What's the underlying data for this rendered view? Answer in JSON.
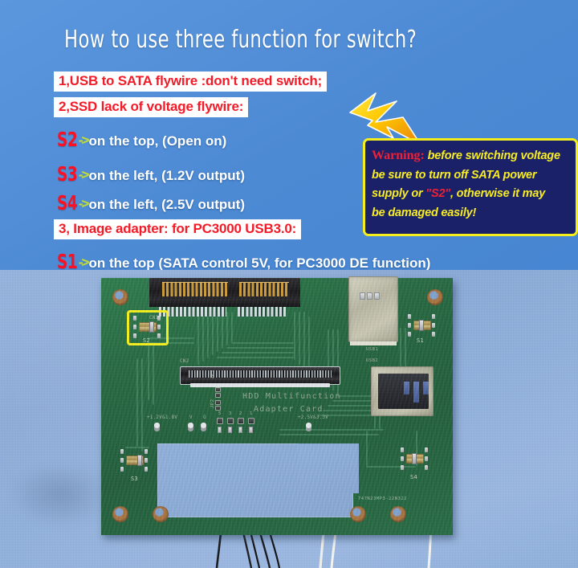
{
  "page": {
    "background_color": "#4d8ad4",
    "title": "How to use three function for switch?"
  },
  "instructions": {
    "line1": "1,USB to SATA flywire :don't need switch;",
    "line2": "2,SSD lack of voltage flywire:",
    "line3": "3, Image adapter: for PC3000 USB3.0:"
  },
  "switch_lines": [
    {
      "name": "S2",
      "arrow": "->",
      "text": "on the top, (Open on)"
    },
    {
      "name": "S3",
      "arrow": "->",
      "text": "on the left, (1.2V output)"
    },
    {
      "name": "S4",
      "arrow": "->",
      "text": "on the left, (2.5V output)"
    },
    {
      "name": "S1",
      "arrow": "->",
      "text": "on the top (SATA control 5V, for PC3000 DE function)"
    }
  ],
  "warning": {
    "tag": "Warning:",
    "line1": " before switching voltage",
    "line2": " be sure to turn off SATA power",
    "line3a": "supply or ",
    "line3b": "\"S2\"",
    "line3c": ", otherwise it may",
    "line4": "be damaged easily!",
    "border_color": "#f6ee1a",
    "background_color": "#1b2169",
    "text_color": "#f8ed22",
    "tag_color": "#ef2034"
  },
  "colors": {
    "red_text": "#f41b28",
    "white_band": "#ffffff",
    "arrow_green": "#c8e02c",
    "bolt_yellow": "#ffd400",
    "bolt_orange": "#f0900f",
    "pcb_green": "#21663d",
    "highlight_ring": "#f9f316"
  },
  "board": {
    "silkscreen": {
      "brand_line1": "HDD Multifunction",
      "brand_line2": "Adapter Card",
      "cn1": "CN1",
      "cn2": "CN2",
      "usb1": "USB1",
      "usb2": "USB2",
      "s1": "S1",
      "s2": "S2",
      "s3": "S3",
      "s4": "S4",
      "voltage_left": "+1.2V&1.8V",
      "voltage_right": "+2.5V&3.3V",
      "testpoint_v": "V",
      "testpoint_g": "G",
      "pad_labels": [
        "5",
        "3",
        "2",
        "1"
      ],
      "jp_labels": [
        "JP3",
        "JP2"
      ],
      "board_code": "747N23MP3-22N322"
    },
    "highlighted_switch": "S2"
  }
}
